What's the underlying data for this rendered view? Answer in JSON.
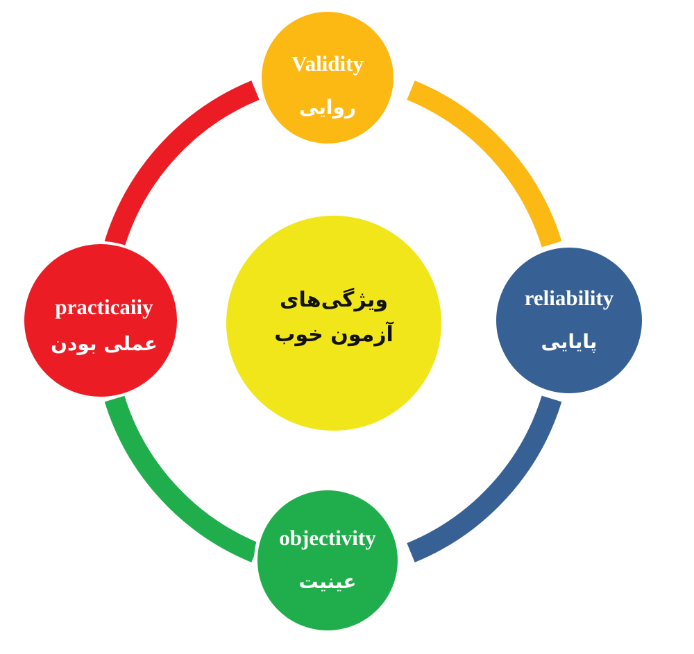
{
  "diagram": {
    "type": "cycle",
    "center": {
      "line1": "ویژگی‌های",
      "line2": "آزمون خوب",
      "color": "#F0E619"
    },
    "nodes": [
      {
        "position": "top",
        "english": "Validity",
        "persian": "روایی",
        "color": "#FDB913"
      },
      {
        "position": "right",
        "english": "reliability",
        "persian": "پایایی",
        "color": "#376194"
      },
      {
        "position": "bottom",
        "english": "objectivity",
        "persian": "عینیت",
        "color": "#20AE4C"
      },
      {
        "position": "left",
        "english": "practicaiiy",
        "persian": "عملی بودن",
        "color": "#EC1C24"
      }
    ],
    "arcs": [
      {
        "from": "top",
        "to": "right",
        "color": "#FDB913"
      },
      {
        "from": "right",
        "to": "bottom",
        "color": "#376194"
      },
      {
        "from": "bottom",
        "to": "left",
        "color": "#20AE4C"
      },
      {
        "from": "left",
        "to": "top",
        "color": "#EC1C24"
      }
    ]
  }
}
